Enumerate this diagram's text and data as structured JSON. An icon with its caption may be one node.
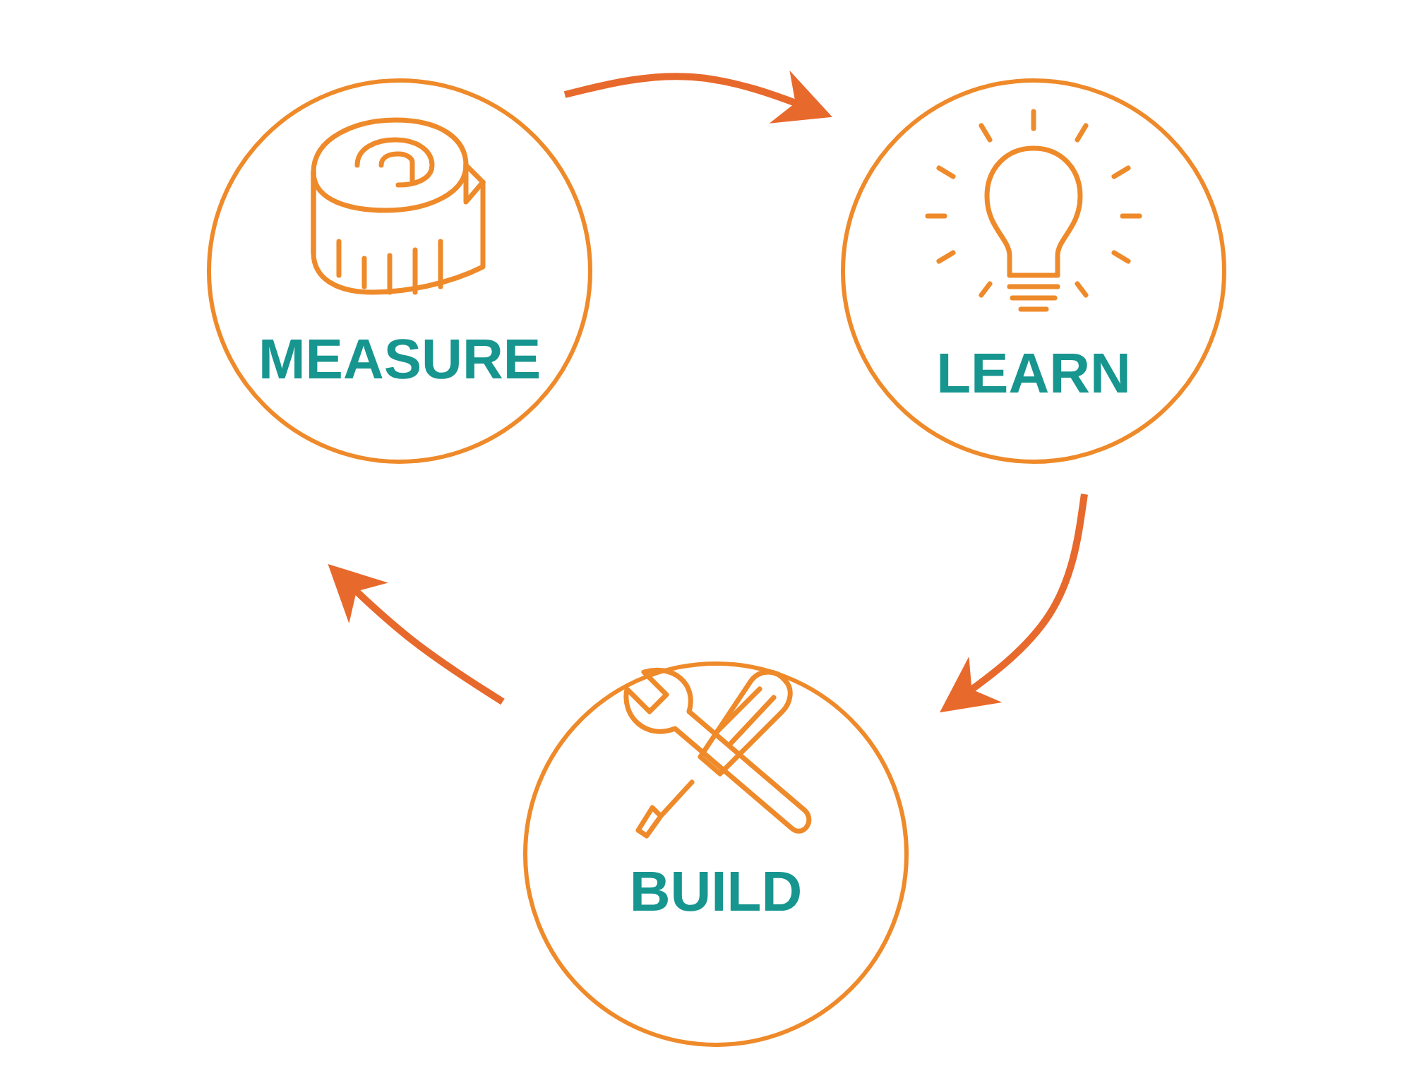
{
  "diagram": {
    "nodes": [
      {
        "text": [
          "MEASURE"
        ]
      },
      {
        "text": [
          "LEARN"
        ]
      },
      {
        "text": [
          "BUILD"
        ]
      }
    ],
    "edges": [
      {
        "from": 0,
        "to": 1,
        "arrow": "to"
      },
      {
        "from": 1,
        "to": 2,
        "arrow": "to"
      },
      {
        "from": 2,
        "to": 0,
        "arrow": "to"
      }
    ]
  }
}
